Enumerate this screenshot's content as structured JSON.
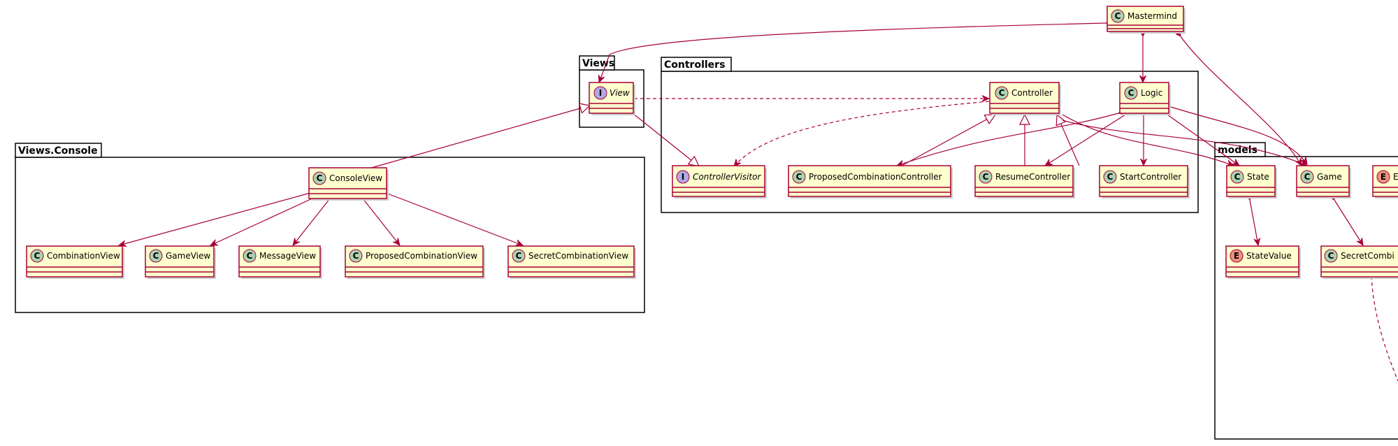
{
  "colors": {
    "class_fill": "#FEFECE",
    "class_border": "#A80036",
    "circle_class": "#ADD1B2",
    "circle_interface": "#B4A7E5",
    "circle_enum": "#EB937F",
    "edge": "#A80036"
  },
  "packages": {
    "views": "Views",
    "controllers": "Controllers",
    "views_console": "Views.Console",
    "models": "models"
  },
  "classes": {
    "mastermind": {
      "letter": "C",
      "name": "Mastermind"
    },
    "view": {
      "letter": "I",
      "name": "View"
    },
    "controller": {
      "letter": "C",
      "name": "Controller"
    },
    "logic": {
      "letter": "C",
      "name": "Logic"
    },
    "controller_visitor": {
      "letter": "I",
      "name": "ControllerVisitor"
    },
    "proposed_combination_controller": {
      "letter": "C",
      "name": "ProposedCombinationController"
    },
    "resume_controller": {
      "letter": "C",
      "name": "ResumeController"
    },
    "start_controller": {
      "letter": "C",
      "name": "StartController"
    },
    "console_view": {
      "letter": "C",
      "name": "ConsoleView"
    },
    "combination_view": {
      "letter": "C",
      "name": "CombinationView"
    },
    "game_view": {
      "letter": "C",
      "name": "GameView"
    },
    "message_view": {
      "letter": "C",
      "name": "MessageView"
    },
    "proposed_combination_view": {
      "letter": "C",
      "name": "ProposedCombinationView"
    },
    "secret_combination_view": {
      "letter": "C",
      "name": "SecretCombinationView"
    },
    "state": {
      "letter": "C",
      "name": "State"
    },
    "game": {
      "letter": "C",
      "name": "Game"
    },
    "enum_cut": {
      "letter": "E",
      "name": "E"
    },
    "state_value": {
      "letter": "E",
      "name": "StateValue"
    },
    "secret_combination_cut": {
      "letter": "C",
      "name": "SecretCombi"
    }
  }
}
